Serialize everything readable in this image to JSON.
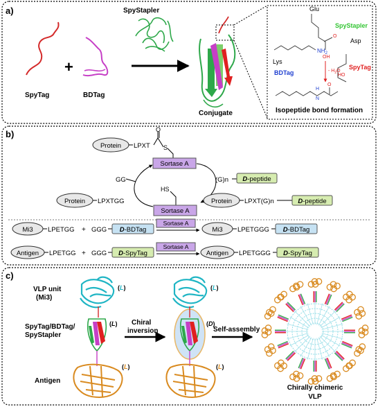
{
  "panels": {
    "a": {
      "label": "a)",
      "spytag": "SpyTag",
      "plus": "+",
      "bdtag": "BDTag",
      "spystapler": "SpyStapler",
      "conjugate": "Conjugate",
      "inset": {
        "glu": "Glu",
        "spystapler": "SpyStapler",
        "asp": "Asp",
        "lys": "Lys",
        "nh2": "NH",
        "nh2_sub": "2",
        "bdtag": "BDTag",
        "spytag": "SpyTag",
        "h2o_minus": "- H",
        "h2o_sub": "2",
        "h2o_o": "O",
        "oh": "OH",
        "o": "O",
        "ho": "HO",
        "h": "H",
        "n": "N",
        "caption": "Isopeptide bond formation"
      }
    },
    "b": {
      "label": "b)",
      "protein": "Protein",
      "lpxt": "LPXT",
      "s": "S",
      "o": "O",
      "sortase_a": "Sortase A",
      "gg": "GG",
      "hs": "HS",
      "gn": "(G)n",
      "d_prefix": "D",
      "peptide": "-peptide",
      "lpxtgg": "LPXTGG",
      "lpxtgn": "LPXT(G)n",
      "row1": {
        "left": "Mi3",
        "motif": "LPETGG",
        "plus": "+",
        "ggg": "GGG",
        "tag": "-BDTag",
        "enzyme": "Sortase A",
        "right": "Mi3",
        "product_motif": "LPETGGG"
      },
      "row2": {
        "left": "Antigen",
        "motif": "LPETGG",
        "plus": "+",
        "ggg": "GGG",
        "tag": "-SpyTag",
        "enzyme": "Sortase A",
        "right": "Antigen",
        "product_motif": "LPETGGG"
      }
    },
    "c": {
      "label": "c)",
      "vlp_unit": "VLP unit",
      "mi3": "(Mi3)",
      "chirality_open": "(",
      "chirality_close": ")",
      "L": "L",
      "D": "D",
      "tags_line1": "SpyTag/BDTag/",
      "tags_line2": "SpyStapler",
      "antigen": "Antigen",
      "chiral": "Chiral",
      "inversion": "inversion",
      "self_assembly": "Self-assembly",
      "chimeric_line1": "Chirally chimeric",
      "chimeric_line2": "VLP"
    }
  },
  "colors": {
    "spytag_red": "#d42a2a",
    "bdtag_magenta": "#c63fc6",
    "stapler_green": "#2ea84a",
    "sortase_purple": "#c9a6e8",
    "bdtag_blue_box": "#c6e2f3",
    "spytag_green_box": "#d6ecb0",
    "mi3_cyan": "#1fb5c4",
    "antigen_orange": "#d98a1f",
    "inset_bdtag_blue": "#1f3fd0",
    "inset_green": "#34c534",
    "inset_red": "#e02020"
  }
}
